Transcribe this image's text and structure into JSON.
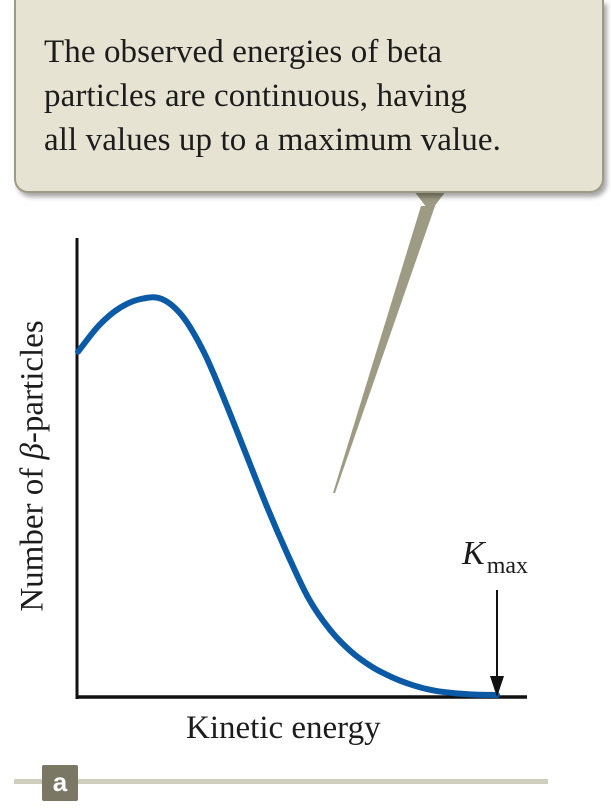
{
  "callout": {
    "lines": [
      "The observed energies of beta",
      "particles are continuous, having",
      "all values up to a maximum value."
    ]
  },
  "chart_data": {
    "type": "line",
    "title": "",
    "xlabel": "Kinetic energy",
    "ylabel_prefix": "Number of ",
    "ylabel_symbol": "β",
    "ylabel_suffix": "-particles",
    "annotation": {
      "symbol": "K",
      "subscript": "max"
    },
    "curve_color": "#0b5aa6",
    "series": [
      {
        "x": [
          0.0,
          0.05,
          0.1,
          0.15,
          0.2,
          0.25,
          0.3,
          0.35,
          0.4,
          0.45,
          0.5,
          0.55,
          0.6,
          0.65,
          0.7,
          0.75,
          0.8,
          0.85,
          0.9,
          0.95,
          1.0
        ],
        "values": [
          0.78,
          0.84,
          0.88,
          0.9,
          0.9,
          0.86,
          0.78,
          0.67,
          0.55,
          0.43,
          0.32,
          0.22,
          0.15,
          0.1,
          0.065,
          0.04,
          0.022,
          0.01,
          0.004,
          0.001,
          0.0
        ]
      }
    ],
    "xlim": [
      0,
      1.0
    ],
    "ylim": [
      0,
      1.0
    ],
    "grid": false
  },
  "figure_tag": "a",
  "colors": {
    "callout_fill": "#e6e3d3",
    "callout_border": "#9d9b83",
    "pointer": "#9d9b83",
    "axis": "#111111",
    "curve": "#0b5aa6",
    "tag": "#7a7764"
  }
}
